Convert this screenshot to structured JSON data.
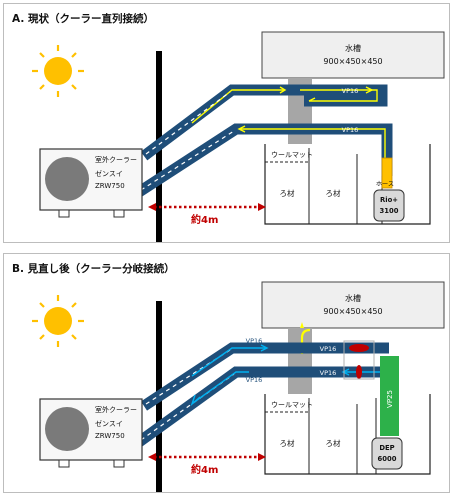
{
  "panel_a": {
    "title": "A. 現状（クーラー直列接続）",
    "tank_label": "水槽",
    "tank_size": "900×450×450",
    "cooler_label": "室外クーラー",
    "cooler_brand": "ゼンスイ",
    "cooler_model": "ZRW750",
    "distance": "約4m",
    "pipe_top": "VP16",
    "pipe_bottom": "VP16",
    "wool_mat": "ウールマット",
    "media_1": "ろ材",
    "media_2": "ろ材",
    "hose": "ホース",
    "pump_line1": "Rio+",
    "pump_line2": "3100"
  },
  "panel_b": {
    "title": "B. 見直し後（クーラー分岐接続）",
    "tank_label": "水槽",
    "tank_size": "900×450×450",
    "cooler_label": "室外クーラー",
    "cooler_brand": "ゼンスイ",
    "cooler_model": "ZRW750",
    "distance": "約4m",
    "pipe_upper_left": "VP16",
    "pipe_upper_right": "VP16",
    "pipe_lower_left": "VP16",
    "pipe_lower_right": "VP16",
    "wool_mat": "ウールマット",
    "media_1": "ろ材",
    "media_2": "ろ材",
    "vertical_pipe": "VP25",
    "pump_line1": "DEP",
    "pump_line2": "6000"
  },
  "colors": {
    "pipe": "#1f4e79",
    "flow_arrow_a": "#ffff00",
    "flow_arrow_b_in": "#00b0f0",
    "flow_arrow_b_out": "#ffff00",
    "green_pipe": "#2db14a",
    "valve": "#c00000",
    "distance": "#c00000",
    "sun": "#ffc000",
    "tank_bg": "#efefef",
    "drain_pipe": "#a6a6a6"
  }
}
